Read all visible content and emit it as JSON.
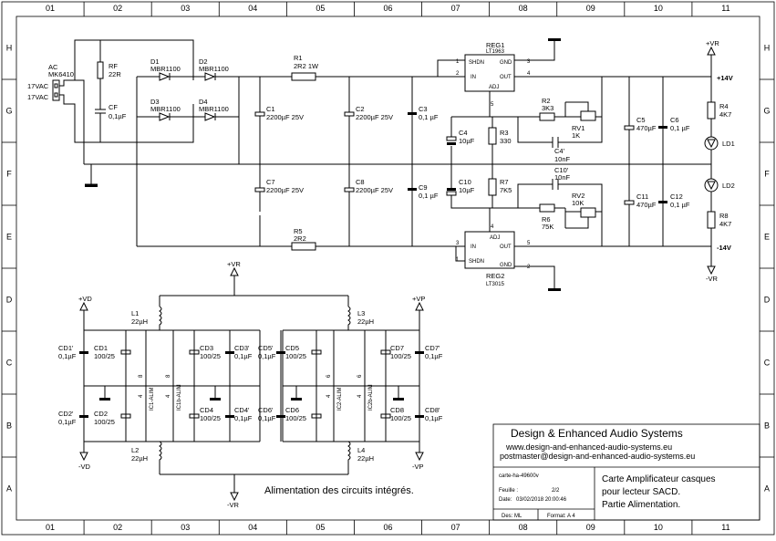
{
  "grid": {
    "columns": [
      "01",
      "02",
      "03",
      "04",
      "05",
      "06",
      "07",
      "08",
      "09",
      "10",
      "11"
    ],
    "rows": [
      "H",
      "G",
      "F",
      "E",
      "D",
      "C",
      "B",
      "A"
    ]
  },
  "connector": {
    "ref": "AC",
    "part": "MK6410",
    "pin1": "17VAC",
    "pin2": "17VAC"
  },
  "resistors": [
    {
      "ref": "RF",
      "value": "22R"
    },
    {
      "ref": "R1",
      "value": "2R2 1W"
    },
    {
      "ref": "R5",
      "value": "2R2"
    },
    {
      "ref": "R2",
      "value": "3K3"
    },
    {
      "ref": "R3",
      "value": "330"
    },
    {
      "ref": "R7",
      "value": "7K5"
    },
    {
      "ref": "R6",
      "value": "75K"
    },
    {
      "ref": "R4",
      "value": "4K7"
    },
    {
      "ref": "R8",
      "value": "4K7"
    }
  ],
  "pots": [
    {
      "ref": "RV1",
      "value": "1K"
    },
    {
      "ref": "RV2",
      "value": "10K"
    }
  ],
  "diodes": [
    {
      "ref": "D1",
      "value": "MBR1100"
    },
    {
      "ref": "D2",
      "value": "MBR1100"
    },
    {
      "ref": "D3",
      "value": "MBR1100"
    },
    {
      "ref": "D4",
      "value": "MBR1100"
    }
  ],
  "leds": [
    {
      "ref": "LD1"
    },
    {
      "ref": "LD2"
    }
  ],
  "caps": {
    "CF": "0,1µF",
    "C1": "2200µF 25V",
    "C2": "2200µF 25V",
    "C3": "0,1 µF",
    "C7": "2200µF 25V",
    "C8": "2200µF 25V",
    "C9": "0,1 µF",
    "C4": "10µF",
    "C4p": "10nF",
    "C10": "10µF",
    "C10p": "10nF",
    "C5": "470µF",
    "C6": "0,1 µF",
    "C11": "470µF",
    "C12": "0,1 µF"
  },
  "reg1": {
    "ref": "REG1",
    "part": "LT1963",
    "pins": {
      "shdn": "SHDN",
      "gnd": "GND",
      "in": "IN",
      "adj": "ADJ",
      "out": "OUT"
    },
    "pin_numbers": [
      "1",
      "2",
      "3",
      "4",
      "5"
    ]
  },
  "reg2": {
    "ref": "REG2",
    "part": "LT3015",
    "pins": {
      "shdn": "SHDN",
      "gnd": "GND",
      "in": "IN",
      "adj": "ADJ",
      "out": "OUT"
    },
    "pin_numbers": [
      "1",
      "2",
      "3",
      "4",
      "5"
    ]
  },
  "rails": {
    "vr_plus": "+VR",
    "vr_minus": "-VR",
    "v14_plus": "+14V",
    "v14_minus": "-14V",
    "vd_plus": "+VD",
    "vd_minus": "-VD",
    "vp_plus": "+VP",
    "vp_minus": "-VP"
  },
  "ic_alim": {
    "inductors": [
      {
        "ref": "L1",
        "value": "22µH"
      },
      {
        "ref": "L2",
        "value": "22µH"
      },
      {
        "ref": "L3",
        "value": "22µH"
      },
      {
        "ref": "L4",
        "value": "22µH"
      }
    ],
    "decoupling": [
      {
        "ref": "CD1'",
        "value": "0,1µF"
      },
      {
        "ref": "CD1",
        "value": "100/25"
      },
      {
        "ref": "CD2'",
        "value": "0,1µF"
      },
      {
        "ref": "CD2",
        "value": "100/25"
      },
      {
        "ref": "CD3",
        "value": "100/25"
      },
      {
        "ref": "CD3'",
        "value": "0,1µF"
      },
      {
        "ref": "CD4",
        "value": "100/25"
      },
      {
        "ref": "CD4'",
        "value": "0,1µF"
      },
      {
        "ref": "CD5'",
        "value": "0,1µF"
      },
      {
        "ref": "CD5",
        "value": "100/25"
      },
      {
        "ref": "CD6'",
        "value": "0,1µF"
      },
      {
        "ref": "CD6",
        "value": "100/25"
      },
      {
        "ref": "CD7",
        "value": "100/25"
      },
      {
        "ref": "CD7'",
        "value": "0,1µF"
      },
      {
        "ref": "CD8",
        "value": "100/25"
      },
      {
        "ref": "CD8'",
        "value": "0,1µF"
      }
    ],
    "ics": [
      {
        "label": "IC1-ALIM",
        "pin_top": "8",
        "pin_bottom": "4"
      },
      {
        "label": "IC1b-ALIM",
        "pin_top": "8",
        "pin_bottom": "4"
      },
      {
        "label": "IC2-ALIM",
        "pin_top": "6",
        "pin_bottom": "4"
      },
      {
        "label": "IC2b-ALIM",
        "pin_top": "6",
        "pin_bottom": "4"
      }
    ],
    "caption": "Alimentation des circuits intégrés."
  },
  "title_block": {
    "company": "Design & Enhanced Audio Systems",
    "website": "www.design-and-enhanced-audio-systems.eu",
    "email": "postmaster@design-and-enhanced-audio-systems.eu",
    "file": "carte-ha-49600v",
    "sheet_label": "Feuille :",
    "sheet_value": "2/2",
    "date_label": "Date:",
    "date_value": "03/02/2018 20:00:46",
    "designer": "Des: ML",
    "format": "Format: A 4",
    "title_lines": [
      "Carte Amplificateur casques",
      "pour lecteur SACD.",
      "Partie Alimentation."
    ]
  }
}
